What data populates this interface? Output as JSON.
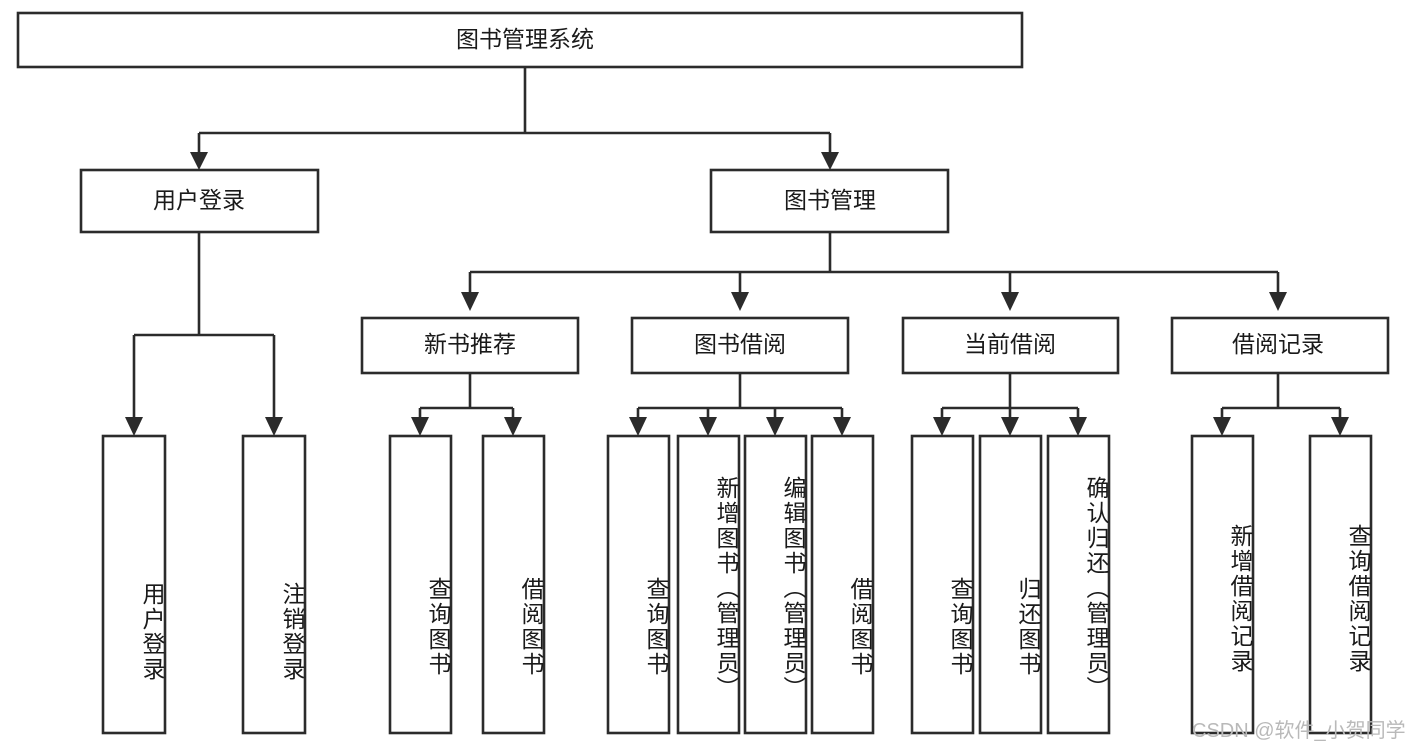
{
  "diagram": {
    "title": "图书管理系统",
    "type": "tree-hierarchy-chart",
    "colors": {
      "stroke": "#2b2b2b",
      "box_fill": "#ffffff",
      "text": "#1a1a1a",
      "background": "#ffffff",
      "watermark": "#b9b9b9"
    },
    "root": {
      "label": "图书管理系统"
    },
    "level2": [
      {
        "label": "用户登录"
      },
      {
        "label": "图书管理"
      }
    ],
    "level3": [
      {
        "label": "新书推荐"
      },
      {
        "label": "图书借阅"
      },
      {
        "label": "当前借阅"
      },
      {
        "label": "借阅记录"
      }
    ],
    "leaves": {
      "user_login": [
        {
          "label": "用户登录"
        },
        {
          "label": "注销登录"
        }
      ],
      "new_book_recommend": [
        {
          "label": "查询图书"
        },
        {
          "label": "借阅图书"
        }
      ],
      "book_borrow": [
        {
          "label": "查询图书"
        },
        {
          "label": "新增图书（管理员）"
        },
        {
          "label": "编辑图书（管理员）"
        },
        {
          "label": "借阅图书"
        }
      ],
      "current_borrow": [
        {
          "label": "查询图书"
        },
        {
          "label": "归还图书"
        },
        {
          "label": "确认归还（管理员）"
        }
      ],
      "borrow_record": [
        {
          "label": "新增借阅记录"
        },
        {
          "label": "查询借阅记录"
        }
      ]
    }
  },
  "watermark": {
    "text": "CSDN @软件_小贺同学"
  }
}
